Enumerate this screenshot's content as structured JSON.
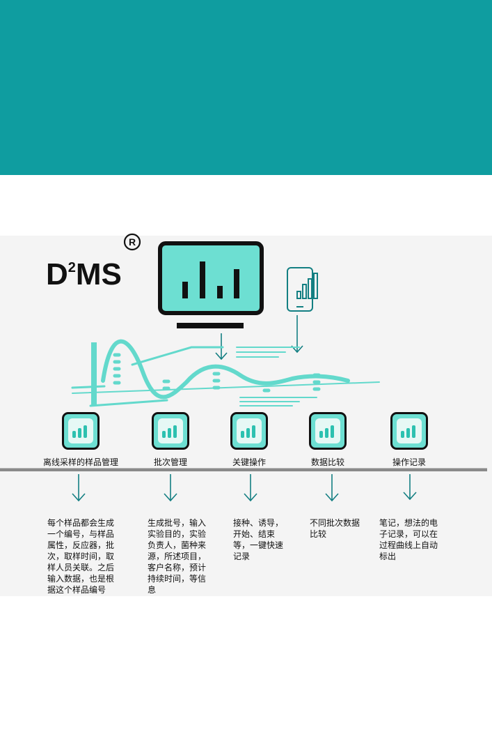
{
  "brand": {
    "logo_text": "D",
    "logo_sup": "2",
    "logo_rest": "MS",
    "registered_mark": "R"
  },
  "colors": {
    "banner": "#0f9da0",
    "accent": "#6ddfd2",
    "wave": "#63d9cc",
    "arrow": "#137f82"
  },
  "features": [
    {
      "label": "离线采样的样品管理",
      "description": "每个样品都会生成一个编号，与样品属性，反应器，批次，取样时间，取样人员关联。之后输入数据，也是根据这个样品编号"
    },
    {
      "label": "批次管理",
      "description": "生成批号，输入实验目的，实验负责人，菌种来源，所述项目，客户名称，预计持续时间，等信息"
    },
    {
      "label": "关键操作",
      "description": "接种、诱导，开始、结束等，一键快速记录"
    },
    {
      "label": "数据比较",
      "description": "不同批次数据比较"
    },
    {
      "label": "操作记录",
      "description": "笔记，想法的电子记录，可以在过程曲线上自动标出"
    }
  ]
}
